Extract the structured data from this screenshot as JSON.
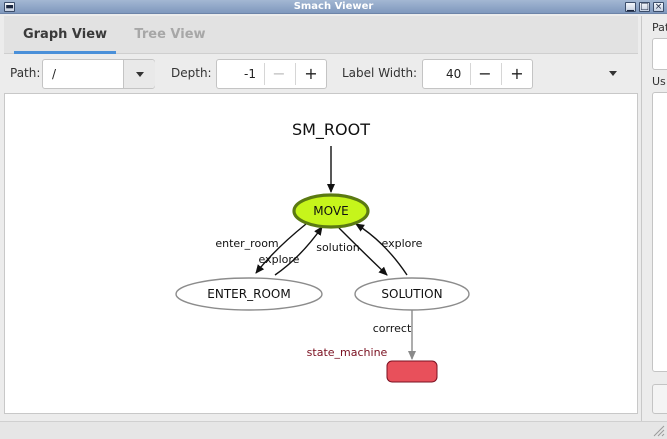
{
  "window": {
    "title": "Smach Viewer"
  },
  "tabs": [
    {
      "label": "Graph View",
      "active": true
    },
    {
      "label": "Tree View",
      "active": false
    }
  ],
  "toolbar": {
    "path_label": "Path:",
    "path_value": "/",
    "depth_label": "Depth:",
    "depth_value": "-1",
    "label_width_label": "Label Width:",
    "label_width_value": "40",
    "minus": "−",
    "plus": "+"
  },
  "graph": {
    "root_label": "SM_ROOT",
    "states": {
      "move": "MOVE",
      "enter_room": "ENTER_ROOM",
      "solution": "SOLUTION"
    },
    "transitions": {
      "move_to_enter_room": "enter_room",
      "enter_room_to_move": "explore",
      "move_to_solution": "solution",
      "solution_to_move": "explore",
      "solution_to_outcome": "correct"
    },
    "outcome_label": "state_machine",
    "colors": {
      "active_fill": "#c6f51b",
      "active_stroke": "#5b7a12",
      "outcome_fill": "#e8505b",
      "outcome_text": "#7a1020"
    }
  },
  "right_panel": {
    "path_label": "Pat",
    "user_label": "Us"
  }
}
